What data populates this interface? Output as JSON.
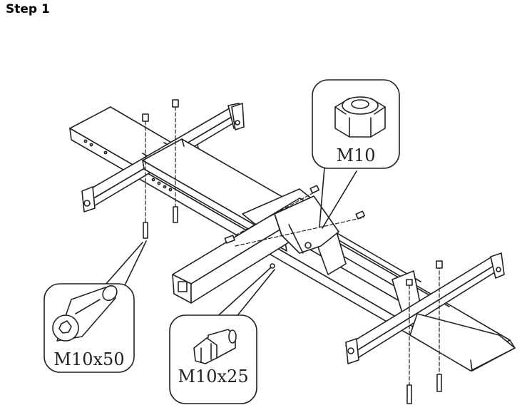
{
  "step": {
    "title": "Step 1"
  },
  "callouts": {
    "nut": {
      "label": "M10",
      "icon": "hex-nut-icon"
    },
    "bolt_long": {
      "label": "M10x50",
      "icon": "hex-socket-bolt-icon"
    },
    "bolt_short": {
      "label": "M10x25",
      "icon": "hex-bolt-icon"
    }
  },
  "colors": {
    "line": "#222222",
    "background": "#ffffff"
  }
}
